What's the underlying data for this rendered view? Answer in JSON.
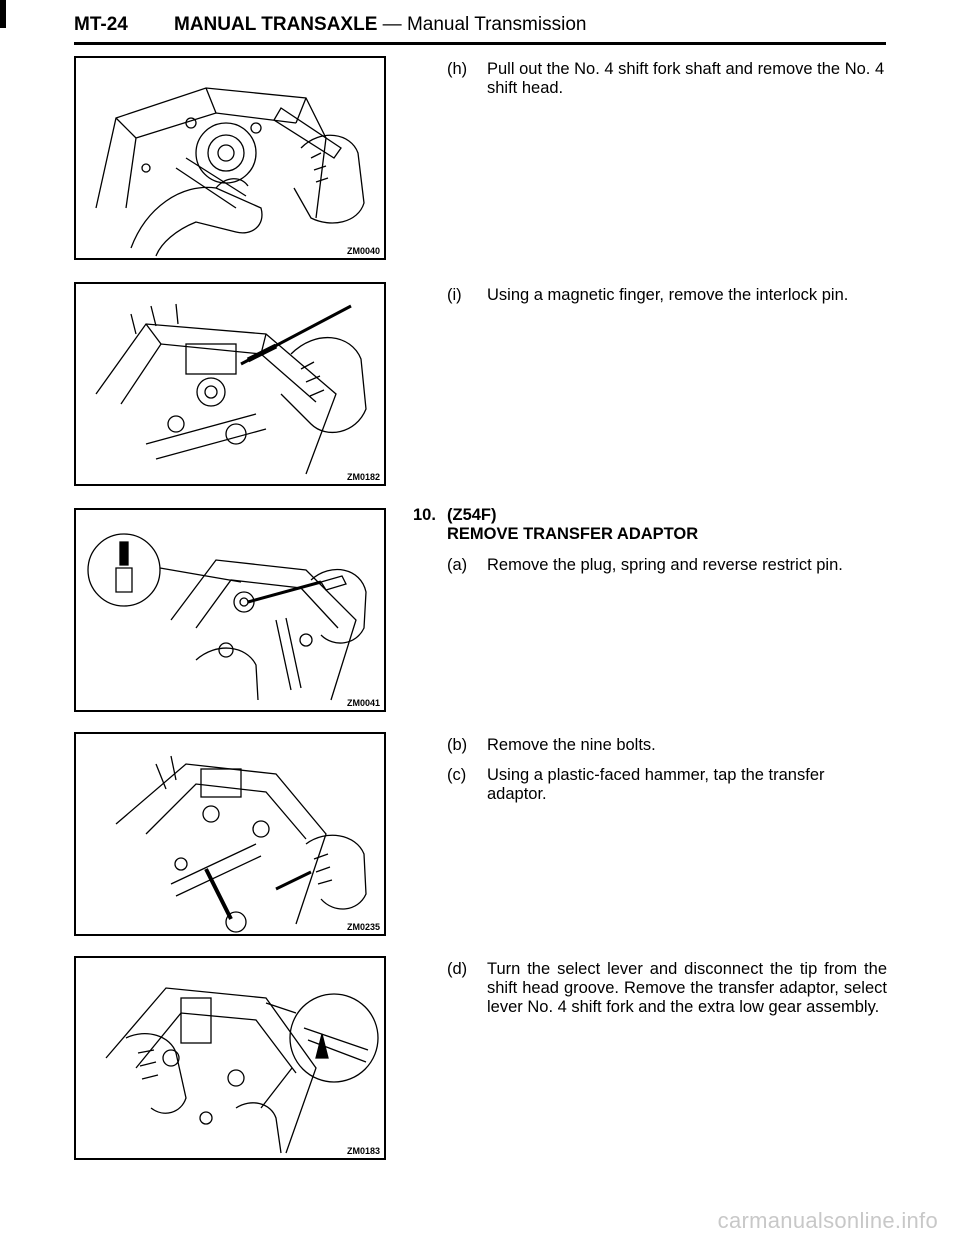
{
  "header": {
    "page_number": "MT-24",
    "section": "MANUAL TRANSAXLE",
    "separator": "—",
    "subsection": "Manual Transmission"
  },
  "figures": [
    {
      "code": "ZM0040"
    },
    {
      "code": "ZM0182"
    },
    {
      "code": "ZM0041"
    },
    {
      "code": "ZM0235"
    },
    {
      "code": "ZM0183"
    }
  ],
  "steps": {
    "h": {
      "label": "(h)",
      "text": "Pull out the No. 4 shift fork shaft and remove the No. 4 shift head."
    },
    "i": {
      "label": "(i)",
      "text": "Using a magnetic finger, remove the interlock pin."
    },
    "item10": {
      "number": "10.",
      "model": "(Z54F)",
      "title": "REMOVE TRANSFER ADAPTOR"
    },
    "a": {
      "label": "(a)",
      "text": "Remove the plug, spring and reverse restrict pin."
    },
    "b": {
      "label": "(b)",
      "text": "Remove the nine bolts."
    },
    "c": {
      "label": "(c)",
      "text": "Using a plastic-faced hammer, tap the transfer adaptor."
    },
    "d": {
      "label": "(d)",
      "text": "Turn the select lever and disconnect the tip from the shift head groove. Remove the transfer adaptor, select lever No. 4 shift fork and the extra low gear assembly."
    }
  },
  "watermark": "carmanualsonline.info"
}
